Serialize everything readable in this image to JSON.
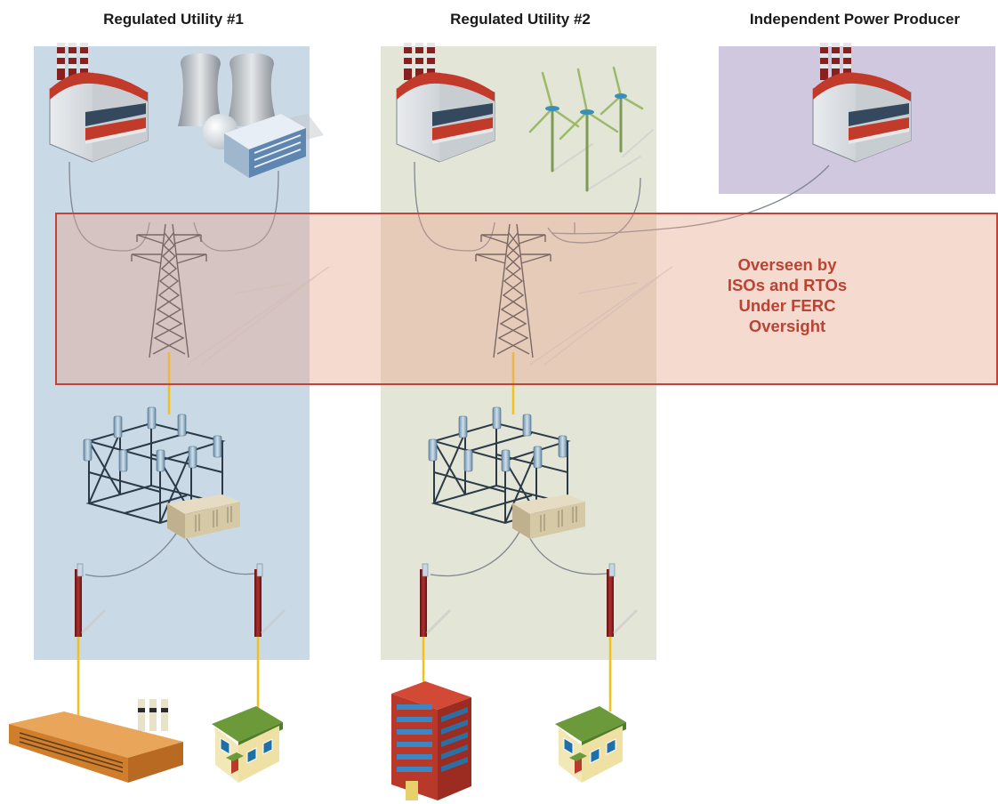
{
  "columns": [
    {
      "title": "Regulated Utility #1",
      "panel_color": "#c9d9e6"
    },
    {
      "title": "Regulated Utility #2",
      "panel_color": "#e3e5d6"
    },
    {
      "title": "Independent Power Producer",
      "panel_color": "#cfc8df"
    }
  ],
  "oversight": {
    "lines": [
      "Overseen by",
      "ISOs and RTOs",
      "Under FERC",
      "Oversight"
    ],
    "fill": "#e8a88f",
    "border": "#c0443a"
  },
  "colors": {
    "wire_gray": "#7f8791",
    "wire_yellow": "#f2c21b",
    "tower_dark": "#2c3a48",
    "pole_red": "#8b1e1e",
    "factory_red": "#c23a2a"
  },
  "icons": [
    "fossil-plant-icon",
    "nuclear-plant-icon",
    "wind-farm-icon",
    "transmission-tower-icon",
    "substation-icon",
    "distribution-pole-icon",
    "factory-icon",
    "house-icon",
    "office-building-icon"
  ]
}
